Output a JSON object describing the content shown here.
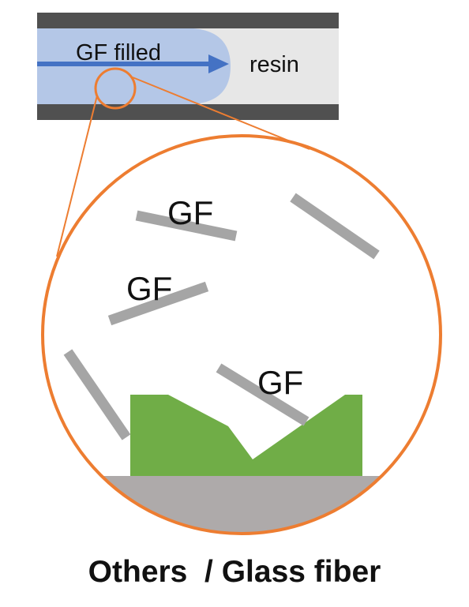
{
  "channel": {
    "filled_label": "GF filled",
    "resin_label": "resin"
  },
  "fibers": [
    {
      "label": "GF"
    },
    {
      "label": ""
    },
    {
      "label": "GF"
    },
    {
      "label": ""
    },
    {
      "label": "GF"
    }
  ],
  "caption": "Others  / Glass fiber",
  "colors": {
    "wall": "#505050",
    "resin": "#e7e7e7",
    "filled": "#b4c7e7",
    "arrow": "#4472c4",
    "magnifier": "#ed7d31",
    "fiber": "#a5a5a5",
    "mold": "#70ad47",
    "base": "#aeaaaa"
  }
}
